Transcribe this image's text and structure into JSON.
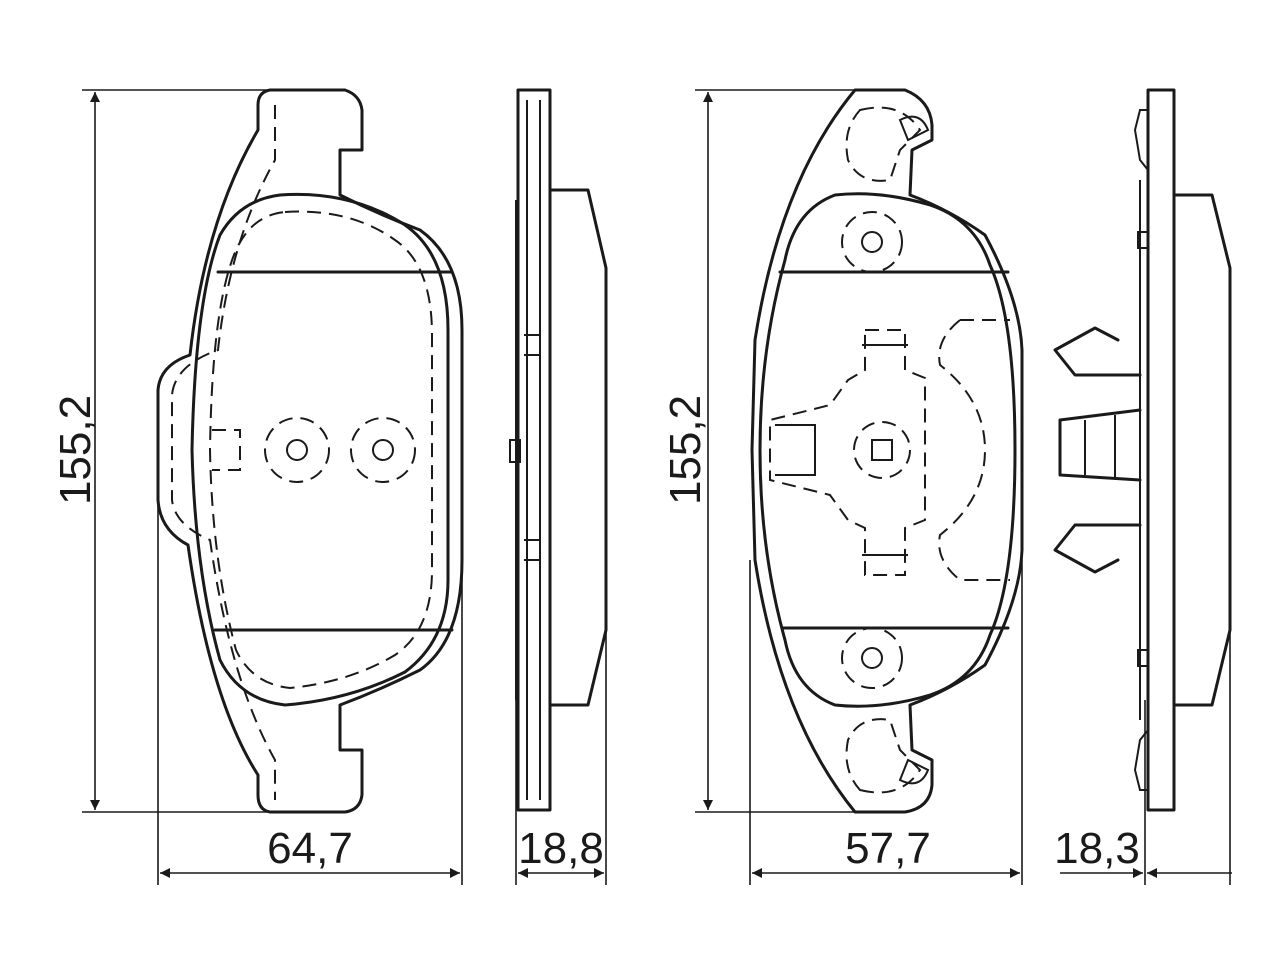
{
  "dimensions": {
    "pad1_height": "155,2",
    "pad1_width": "64,7",
    "pad1_thickness": "18,8",
    "pad2_height": "155,2",
    "pad2_width": "57,7",
    "pad2_thickness": "18,3"
  },
  "colors": {
    "line": "#1a1a1a",
    "background": "#ffffff"
  }
}
